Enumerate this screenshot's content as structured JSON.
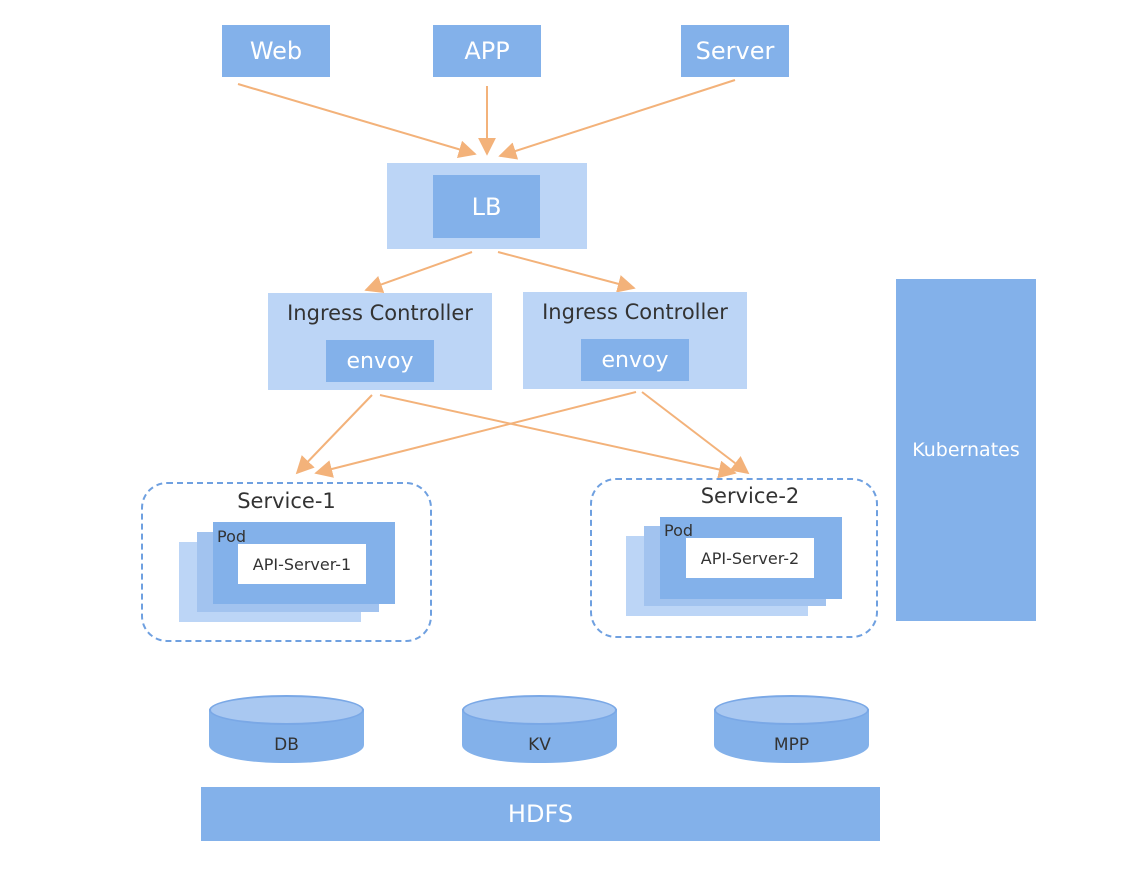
{
  "clients": {
    "web": "Web",
    "app": "APP",
    "server": "Server"
  },
  "lb": {
    "label": "LB"
  },
  "ingress": [
    {
      "title": "Ingress Controller",
      "inner": "envoy"
    },
    {
      "title": "Ingress Controller",
      "inner": "envoy"
    }
  ],
  "services": [
    {
      "title": "Service-1",
      "pod_label": "Pod",
      "api_label": "API-Server-1"
    },
    {
      "title": "Service-2",
      "pod_label": "Pod",
      "api_label": "API-Server-2"
    }
  ],
  "cluster_label": "Kubernates",
  "storage": {
    "db": "DB",
    "kv": "KV",
    "mpp": "MPP"
  },
  "hdfs": "HDFS",
  "colors": {
    "box": "#83b1ea",
    "light_box": "#bcd5f6",
    "arrow": "#f3b27a",
    "dashed": "#6fa0e0"
  }
}
